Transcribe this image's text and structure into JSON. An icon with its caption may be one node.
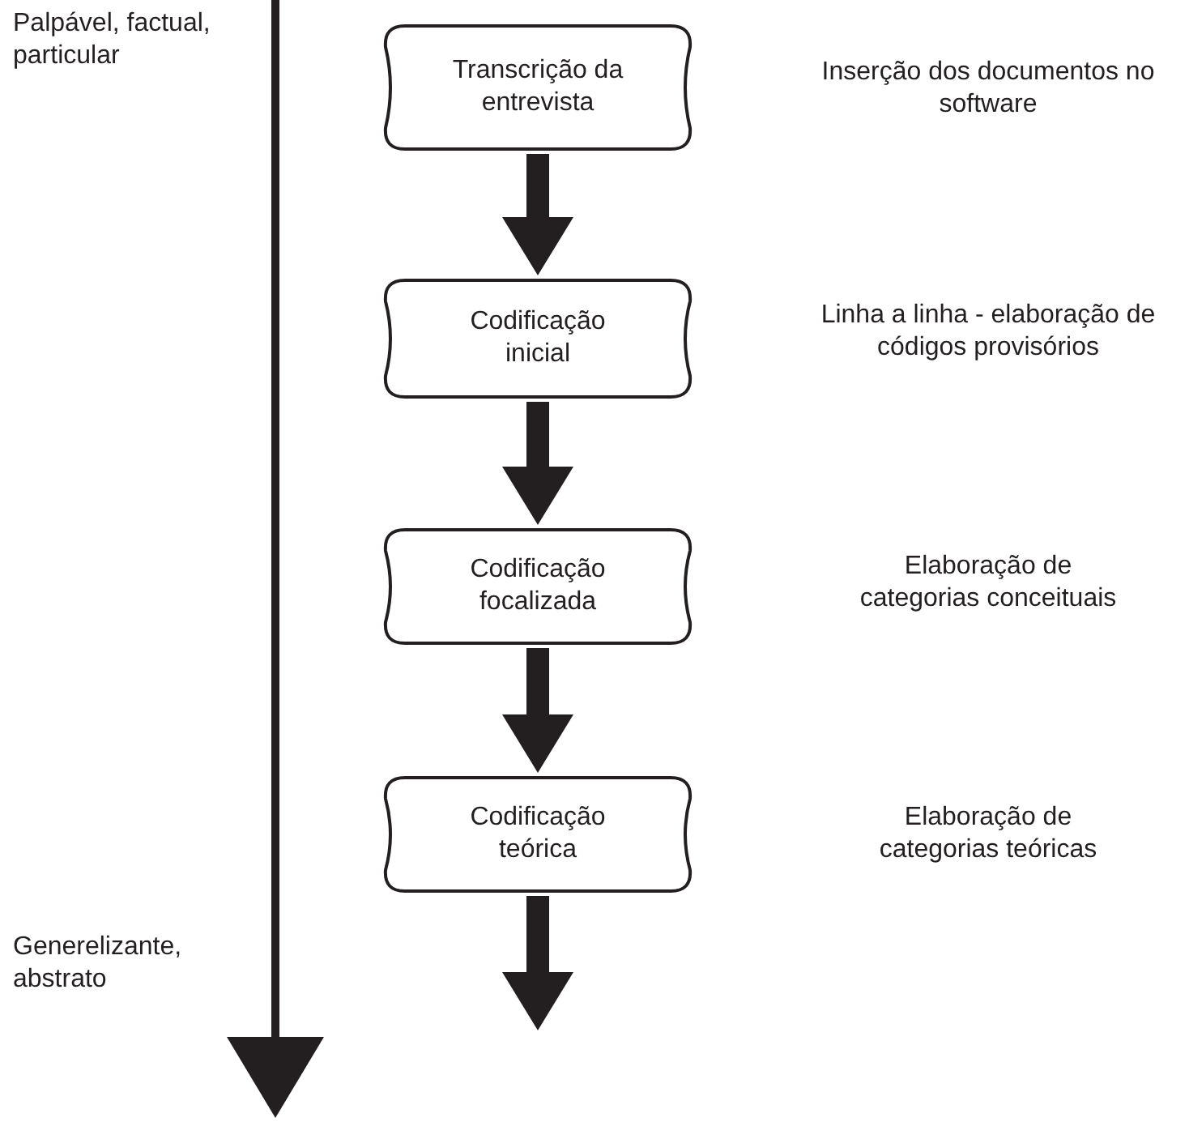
{
  "diagram": {
    "nodes": [
      {
        "text": [
          "Transcrição da entrevista"
        ]
      },
      {
        "text": [
          "Codificação inicial"
        ]
      },
      {
        "text": [
          "Codificação focalizada"
        ]
      },
      {
        "text": [
          "Codificação teórica"
        ]
      }
    ],
    "edges": [
      {
        "from": 0,
        "to": 1,
        "arrow": "to"
      },
      {
        "from": 1,
        "to": 2,
        "arrow": "to"
      },
      {
        "from": 2,
        "to": 3,
        "arrow": "to"
      },
      {
        "from": 3,
        "to": null,
        "arrow": "to"
      }
    ],
    "labels": [
      "Palpável, factual, particular",
      "Inserção dos documentos no software",
      "Linha a linha - elaboração de códigos provisórios",
      "Elaboração de categorias conceituais",
      "Elaboração de categorias teóricas",
      "Generelizante, abstrato"
    ]
  }
}
